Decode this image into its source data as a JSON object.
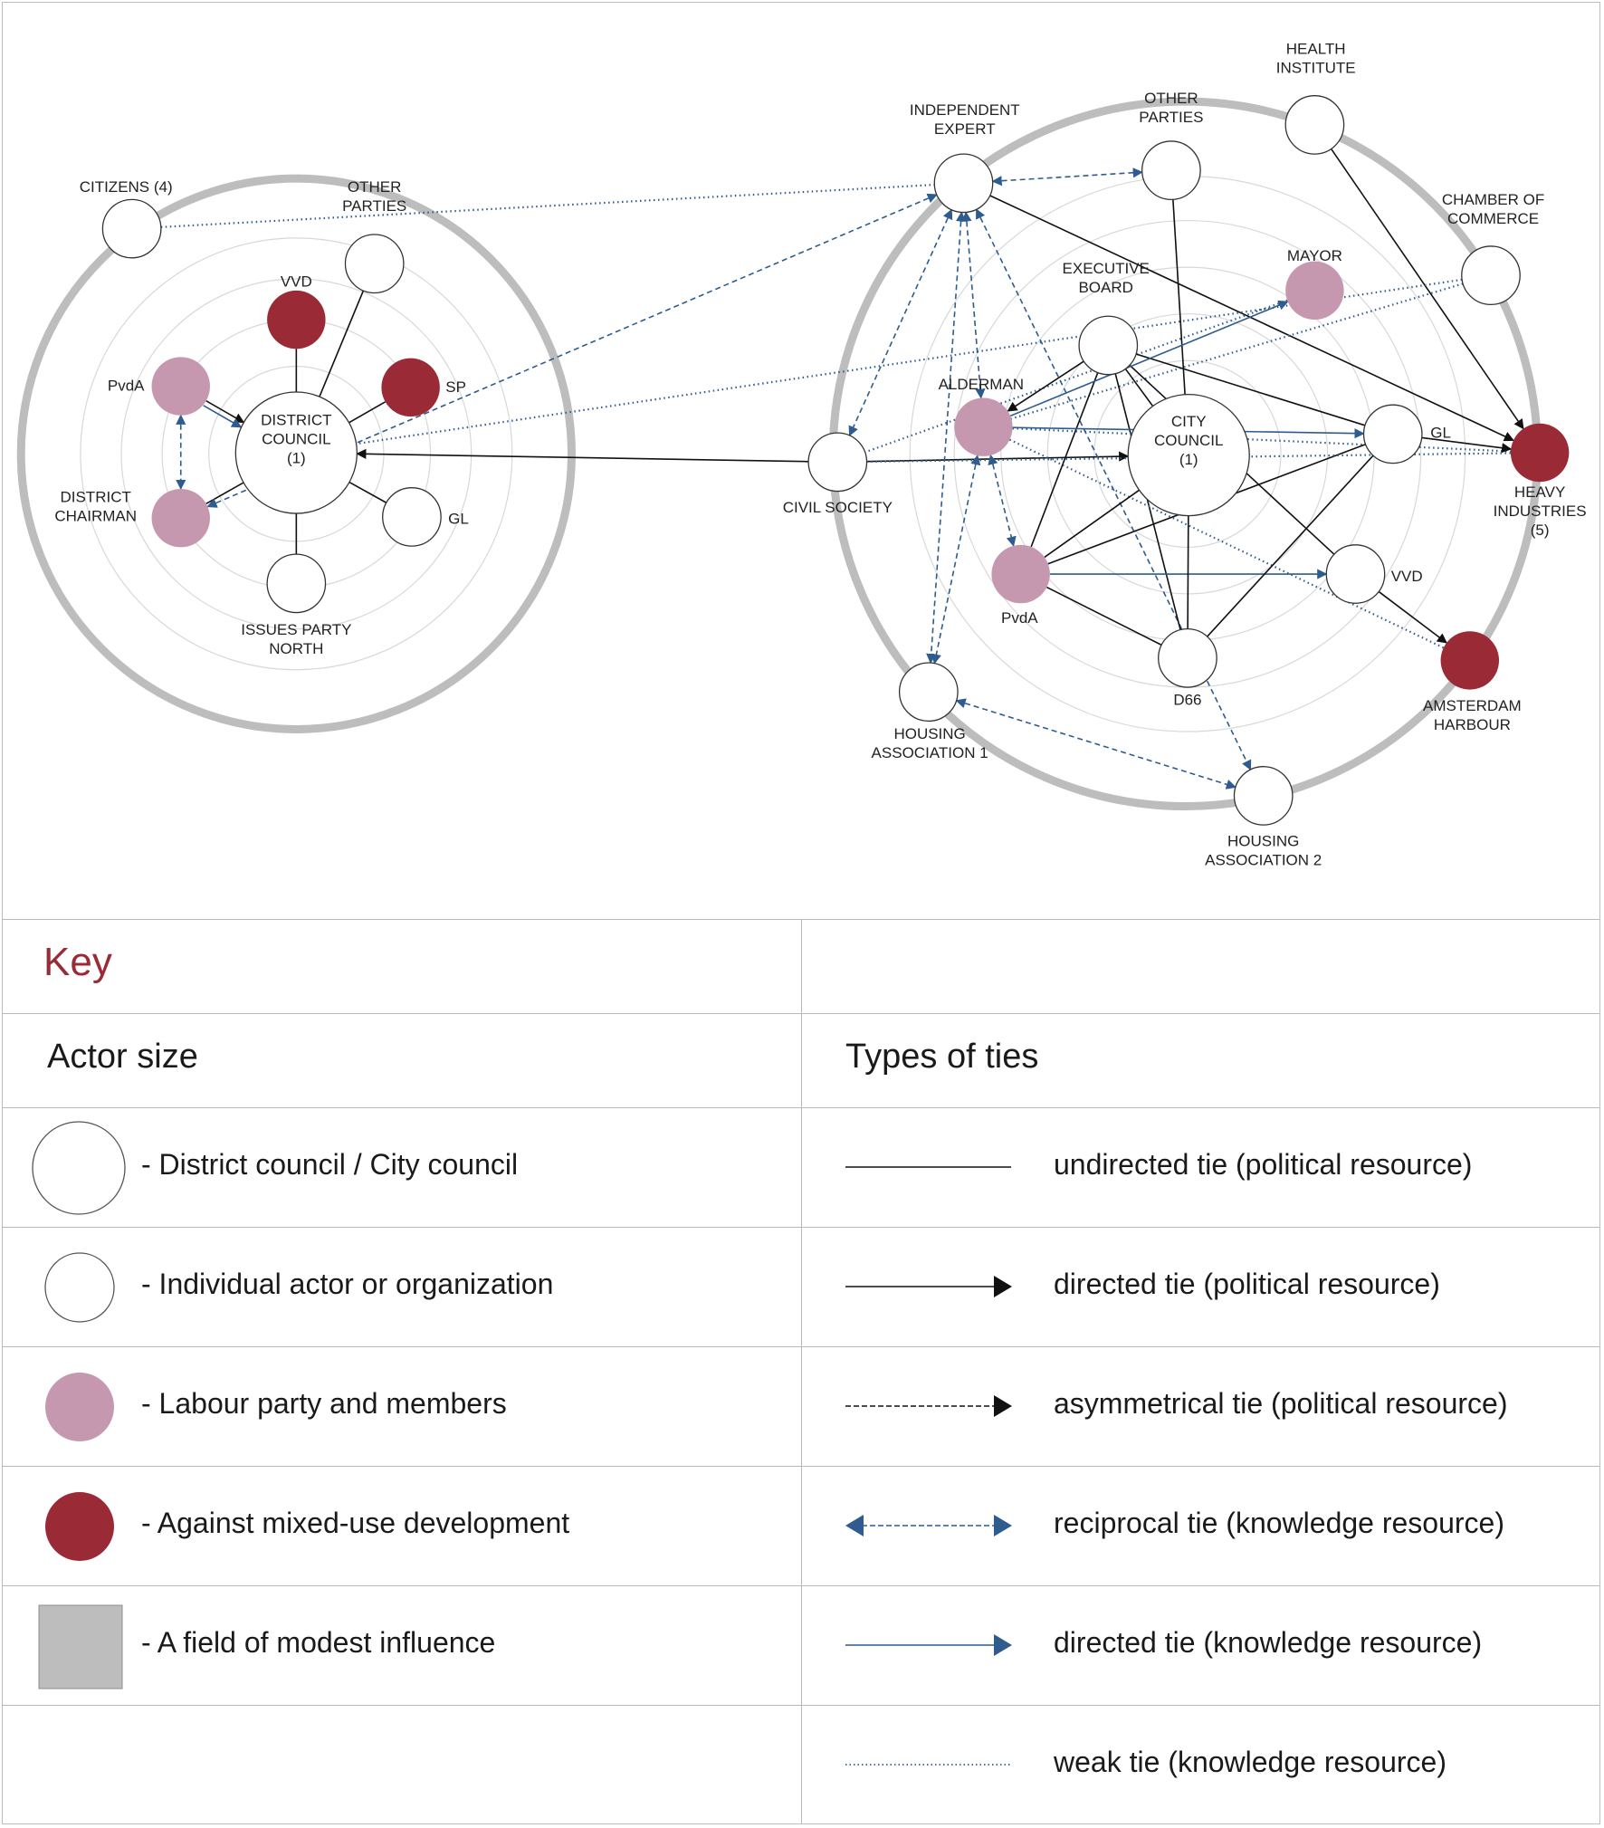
{
  "network": {
    "actors": [
      {
        "id": "citizens",
        "label": [
          "CITIZENS (4)"
        ],
        "fill": "white"
      },
      {
        "id": "other_parties_d",
        "label": [
          "OTHER",
          "PARTIES"
        ],
        "fill": "white"
      },
      {
        "id": "vvd_d",
        "label": [
          "VVD"
        ],
        "fill": "red"
      },
      {
        "id": "sp_d",
        "label": [
          "SP"
        ],
        "fill": "red"
      },
      {
        "id": "pvda_d",
        "label": [
          "PvdA"
        ],
        "fill": "pink"
      },
      {
        "id": "district_council",
        "label": [
          "DISTRICT",
          "COUNCIL",
          "(1)"
        ],
        "fill": "white",
        "large": true
      },
      {
        "id": "district_chairman",
        "label": [
          "DISTRICT",
          "CHAIRMAN"
        ],
        "fill": "pink"
      },
      {
        "id": "gl_d",
        "label": [
          "GL"
        ],
        "fill": "white"
      },
      {
        "id": "issues_party",
        "label": [
          "ISSUES PARTY",
          "NORTH"
        ],
        "fill": "white"
      },
      {
        "id": "independent_expert",
        "label": [
          "INDEPENDENT",
          "EXPERT"
        ],
        "fill": "white"
      },
      {
        "id": "other_parties_c",
        "label": [
          "OTHER",
          "PARTIES"
        ],
        "fill": "white"
      },
      {
        "id": "health_institute",
        "label": [
          "HEALTH",
          "INSTITUTE"
        ],
        "fill": "white"
      },
      {
        "id": "chamber",
        "label": [
          "CHAMBER OF",
          "COMMERCE"
        ],
        "fill": "white"
      },
      {
        "id": "mayor",
        "label": [
          "MAYOR"
        ],
        "fill": "pink"
      },
      {
        "id": "executive_board",
        "label": [
          "EXECUTIVE",
          "BOARD"
        ],
        "fill": "white"
      },
      {
        "id": "alderman",
        "label": [
          "ALDERMAN"
        ],
        "fill": "pink"
      },
      {
        "id": "civil_society",
        "label": [
          "CIVIL SOCIETY"
        ],
        "fill": "white"
      },
      {
        "id": "city_council",
        "label": [
          "CITY",
          "COUNCIL",
          "(1)"
        ],
        "fill": "white",
        "large": true
      },
      {
        "id": "gl_c",
        "label": [
          "GL"
        ],
        "fill": "white"
      },
      {
        "id": "heavy_industries",
        "label": [
          "HEAVY",
          "INDUSTRIES",
          "(5)"
        ],
        "fill": "red"
      },
      {
        "id": "pvda_c",
        "label": [
          "PvdA"
        ],
        "fill": "pink"
      },
      {
        "id": "vvd_c",
        "label": [
          "VVD"
        ],
        "fill": "white"
      },
      {
        "id": "d66",
        "label": [
          "D66"
        ],
        "fill": "white"
      },
      {
        "id": "amsterdam_harbour",
        "label": [
          "AMSTERDAM",
          "HARBOUR"
        ],
        "fill": "red"
      },
      {
        "id": "housing1",
        "label": [
          "HOUSING",
          "ASSOCIATION 1"
        ],
        "fill": "white"
      },
      {
        "id": "housing2",
        "label": [
          "HOUSING",
          "ASSOCIATION 2"
        ],
        "fill": "white"
      }
    ],
    "ties": [
      {
        "from": "vvd_d",
        "to": "district_council",
        "type": "undirected-political"
      },
      {
        "from": "other_parties_d",
        "to": "district_council",
        "type": "undirected-political"
      },
      {
        "from": "sp_d",
        "to": "district_council",
        "type": "undirected-political"
      },
      {
        "from": "pvda_d",
        "to": "district_council",
        "type": "directed-political"
      },
      {
        "from": "pvda_d",
        "to": "district_council",
        "type": "directed-knowledge"
      },
      {
        "from": "pvda_d",
        "to": "district_chairman",
        "type": "reciprocal-knowledge"
      },
      {
        "from": "district_chairman",
        "to": "district_council",
        "type": "undirected-political"
      },
      {
        "from": "gl_d",
        "to": "district_council",
        "type": "undirected-political"
      },
      {
        "from": "issues_party",
        "to": "district_council",
        "type": "undirected-political"
      },
      {
        "from": "civil_society",
        "to": "district_council",
        "type": "directed-political"
      },
      {
        "from": "civil_society",
        "to": "city_council",
        "type": "directed-political"
      },
      {
        "from": "citizens",
        "to": "independent_expert",
        "type": "weak-knowledge"
      },
      {
        "from": "independent_expert",
        "to": "district_chairman",
        "type": "reciprocal-knowledge"
      },
      {
        "from": "independent_expert",
        "to": "other_parties_c",
        "type": "reciprocal-knowledge"
      },
      {
        "from": "independent_expert",
        "to": "heavy_industries",
        "type": "directed-political"
      },
      {
        "from": "independent_expert",
        "to": "civil_society",
        "type": "reciprocal-knowledge"
      },
      {
        "from": "independent_expert",
        "to": "housing1",
        "type": "reciprocal-knowledge"
      },
      {
        "from": "independent_expert",
        "to": "alderman",
        "type": "reciprocal-knowledge"
      },
      {
        "from": "independent_expert",
        "to": "housing2",
        "type": "reciprocal-knowledge"
      },
      {
        "from": "health_institute",
        "to": "heavy_industries",
        "type": "directed-political"
      },
      {
        "from": "other_parties_c",
        "to": "city_council",
        "type": "undirected-political"
      },
      {
        "from": "chamber",
        "to": "district_council",
        "type": "weak-knowledge"
      },
      {
        "from": "chamber",
        "to": "alderman",
        "type": "weak-knowledge"
      },
      {
        "from": "mayor",
        "to": "civil_society",
        "type": "weak-knowledge"
      },
      {
        "from": "executive_board",
        "to": "alderman",
        "type": "directed-political"
      },
      {
        "from": "executive_board",
        "to": "pvda_c",
        "type": "undirected-political"
      },
      {
        "from": "executive_board",
        "to": "city_council",
        "type": "undirected-political"
      },
      {
        "from": "executive_board",
        "to": "gl_c",
        "type": "undirected-political"
      },
      {
        "from": "executive_board",
        "to": "vvd_c",
        "type": "undirected-political"
      },
      {
        "from": "executive_board",
        "to": "d66",
        "type": "undirected-political"
      },
      {
        "from": "alderman",
        "to": "pvda_c",
        "type": "reciprocal-knowledge"
      },
      {
        "from": "alderman",
        "to": "heavy_industries",
        "type": "weak-knowledge"
      },
      {
        "from": "alderman",
        "to": "housing1",
        "type": "reciprocal-knowledge"
      },
      {
        "from": "alderman",
        "to": "amsterdam_harbour",
        "type": "weak-knowledge"
      },
      {
        "from": "alderman",
        "to": "mayor",
        "type": "directed-knowledge"
      },
      {
        "from": "alderman",
        "to": "gl_c",
        "type": "directed-knowledge"
      },
      {
        "from": "pvda_c",
        "to": "vvd_c",
        "type": "directed-knowledge"
      },
      {
        "from": "pvda_c",
        "to": "gl_c",
        "type": "undirected-political"
      },
      {
        "from": "pvda_c",
        "to": "d66",
        "type": "undirected-political"
      },
      {
        "from": "pvda_c",
        "to": "city_council",
        "type": "undirected-political"
      },
      {
        "from": "gl_c",
        "to": "heavy_industries",
        "type": "directed-political"
      },
      {
        "from": "gl_c",
        "to": "d66",
        "type": "undirected-political"
      },
      {
        "from": "vvd_c",
        "to": "amsterdam_harbour",
        "type": "directed-political"
      },
      {
        "from": "d66",
        "to": "city_council",
        "type": "undirected-political"
      },
      {
        "from": "housing1",
        "to": "housing2",
        "type": "reciprocal-knowledge"
      },
      {
        "from": "civil_society",
        "to": "heavy_industries",
        "type": "weak-knowledge"
      }
    ]
  },
  "key": {
    "title": "Key",
    "actor_size_header": "Actor size",
    "ties_header": "Types of ties",
    "actor_items": [
      "- District council / City council",
      "- Individual actor or organization",
      "- Labour party and members",
      "- Against mixed-use development",
      "- A field of modest influence"
    ],
    "tie_items": [
      "undirected tie (political resource)",
      "directed tie (political resource)",
      "asymmetrical tie (political resource)",
      "reciprocal tie (knowledge resource)",
      "directed tie (knowledge resource)",
      "weak tie (knowledge resource)"
    ]
  },
  "colors": {
    "pink": "#c698b0",
    "red": "#9a2a35",
    "field": "#bdbdbd",
    "political": "#111111",
    "knowledge": "#2f5c8f",
    "key_title": "#9a2a35"
  }
}
